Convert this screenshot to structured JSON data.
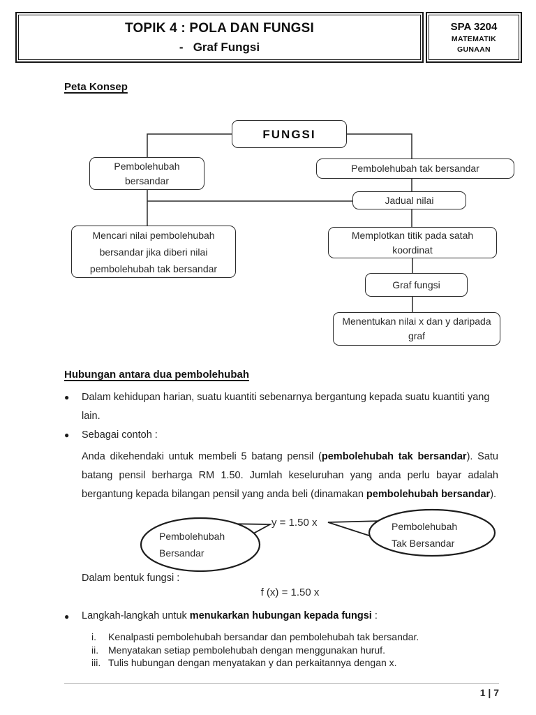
{
  "header": {
    "title_line1": "TOPIK 4 : POLA DAN FUNGSI",
    "title_line2": "-   Graf Fungsi",
    "code": "SPA 3204",
    "subject_line1": "MATEMATIK",
    "subject_line2": "GUNAAN"
  },
  "sections": {
    "peta_konsep": "Peta Konsep",
    "hubungan": "Hubungan antara dua pembolehubah"
  },
  "diagram": {
    "fungsi": "FUNGSI",
    "bersandar": "Pembolehubah bersandar",
    "tak_bersandar": "Pembolehubah tak bersandar",
    "jadual": "Jadual nilai",
    "mencari": "Mencari nilai pembolehubah bersandar jika diberi nilai pembolehubah tak bersandar",
    "memplot": "Memplotkan titik pada satah koordinat",
    "graf": "Graf fungsi",
    "menentukan": "Menentukan nilai x dan y daripada graf"
  },
  "content": {
    "bullet1": "Dalam kehidupan harian, suatu kuantiti sebenarnya bergantung kepada suatu kuantiti yang lain.",
    "bullet2": "Sebagai contoh :",
    "para_plain1": "Anda dikehendaki untuk membeli 5 batang pensil (",
    "para_bold1": "pembolehubah tak bersandar",
    "para_plain2": "). Satu batang pensil berharga RM 1.50. Jumlah keseluruhan yang anda perlu bayar adalah bergantung kepada bilangan pensil yang anda beli (dinamakan ",
    "para_bold2": "pembolehubah bersandar",
    "para_plain3": ").",
    "equation1": "y = 1.50 x",
    "callout_left_line1": "Pembolehubah",
    "callout_left_line2": "Bersandar",
    "callout_right_line1": "Pembolehubah",
    "callout_right_line2": "Tak Bersandar",
    "fungsi_form_label": "Dalam bentuk fungsi :",
    "equation2": "f (x) = 1.50 x",
    "bullet3_plain": "Langkah-langkah untuk ",
    "bullet3_bold": "menukarkan hubungan kepada fungsi",
    "bullet3_tail": " :",
    "list_items": [
      {
        "num": "i.",
        "text": "Kenalpasti pembolehubah bersandar dan pembolehubah tak bersandar."
      },
      {
        "num": "ii.",
        "text": "Menyatakan setiap pembolehubah dengan menggunakan huruf."
      },
      {
        "num": "iii.",
        "text": "Tulis hubungan dengan menyatakan y dan perkaitannya dengan x."
      }
    ]
  },
  "footer": {
    "page": "1 | 7"
  },
  "colors": {
    "ink": "#1f1f1f",
    "line": "#2b2b2b",
    "footer_rule": "#b3b3b3"
  }
}
